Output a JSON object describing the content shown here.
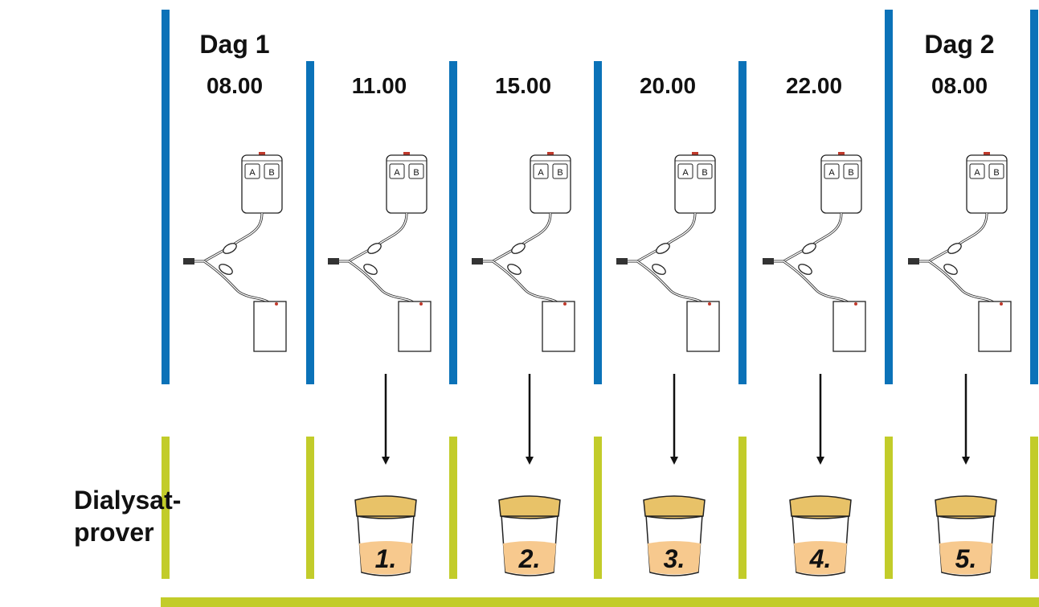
{
  "side_label": {
    "line1": "Dialysat-",
    "line2": "prover"
  },
  "colors": {
    "blue": "#0b72b8",
    "green": "#c2cc2a",
    "cork": "#e8c268",
    "liquid": "#f7c98e",
    "ink": "#111111"
  },
  "bag_labels": {
    "a": "A",
    "b": "B"
  },
  "columns": [
    {
      "day": "Dag 1",
      "time": "08.00",
      "sample": null
    },
    {
      "day": "",
      "time": "11.00",
      "sample": "1."
    },
    {
      "day": "",
      "time": "15.00",
      "sample": "2."
    },
    {
      "day": "",
      "time": "20.00",
      "sample": "3."
    },
    {
      "day": "",
      "time": "22.00",
      "sample": "4."
    },
    {
      "day": "Dag 2",
      "time": "08.00",
      "sample": "5."
    }
  ]
}
